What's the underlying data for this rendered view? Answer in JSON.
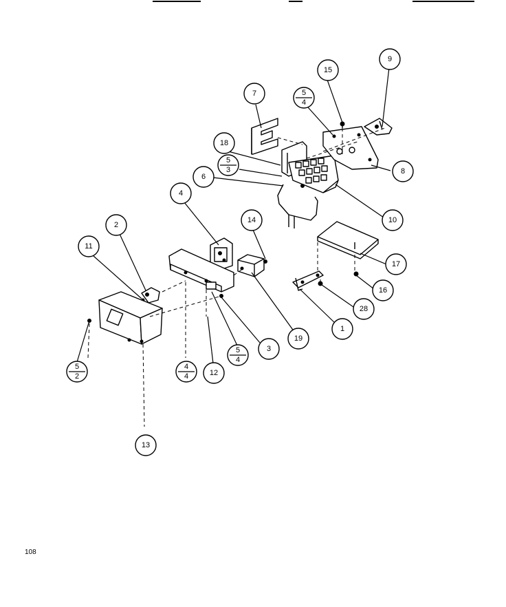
{
  "page": {
    "number": "108"
  },
  "callouts": [
    {
      "label": "9"
    },
    {
      "label": "15"
    },
    {
      "label": "7"
    },
    {
      "num": "5",
      "den": "4"
    },
    {
      "label": "18"
    },
    {
      "num": "5",
      "den": "3"
    },
    {
      "label": "8"
    },
    {
      "label": "6"
    },
    {
      "label": "4"
    },
    {
      "label": "10"
    },
    {
      "label": "14"
    },
    {
      "label": "2"
    },
    {
      "label": "11"
    },
    {
      "label": "17"
    },
    {
      "label": "16"
    },
    {
      "label": "28"
    },
    {
      "label": "1"
    },
    {
      "label": "19"
    },
    {
      "label": "3"
    },
    {
      "num": "5",
      "den": "4"
    },
    {
      "num": "4",
      "den": "4"
    },
    {
      "label": "12"
    },
    {
      "num": "5",
      "den": "2"
    },
    {
      "label": "13"
    }
  ]
}
